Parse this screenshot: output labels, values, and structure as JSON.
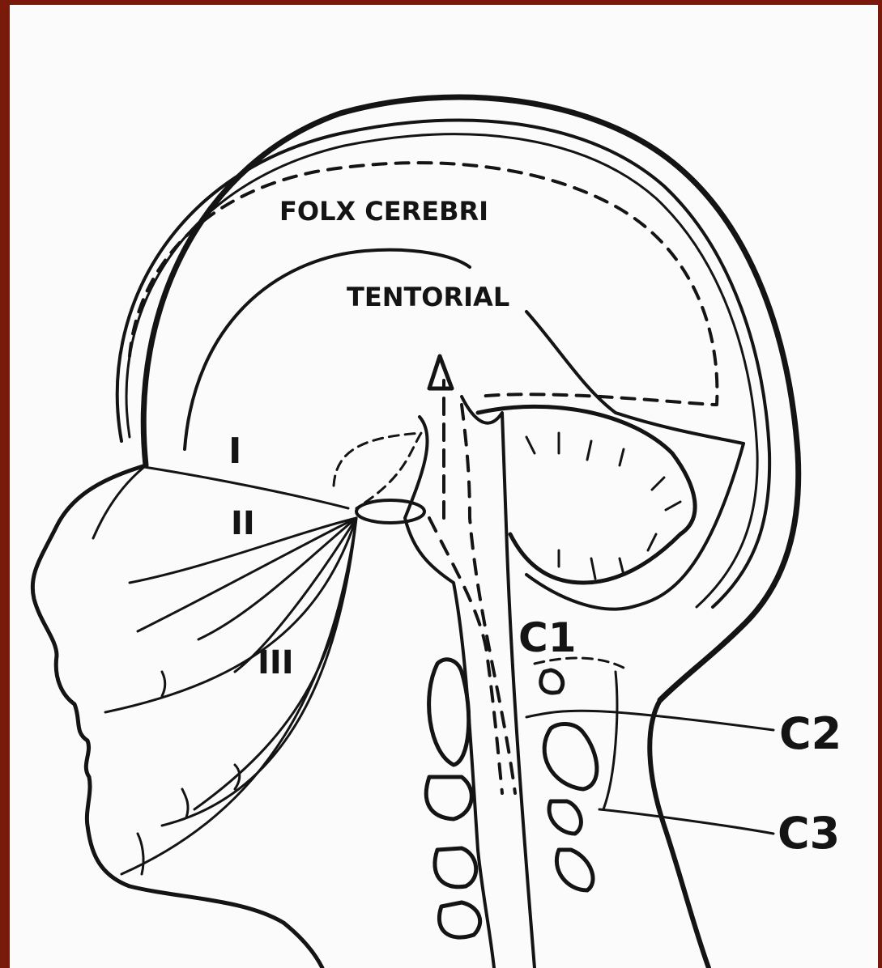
{
  "labels": {
    "falx": "FOLX CEREBRI",
    "tentorial": "TENTORIAL",
    "zone_1": "I",
    "zone_2": "II",
    "zone_3": "III",
    "c1": "C1",
    "c2": "C2",
    "c3": "C3"
  },
  "colors": {
    "frame": "#7a1a0a",
    "paper": "#fbfbfb",
    "ink": "#141414"
  }
}
